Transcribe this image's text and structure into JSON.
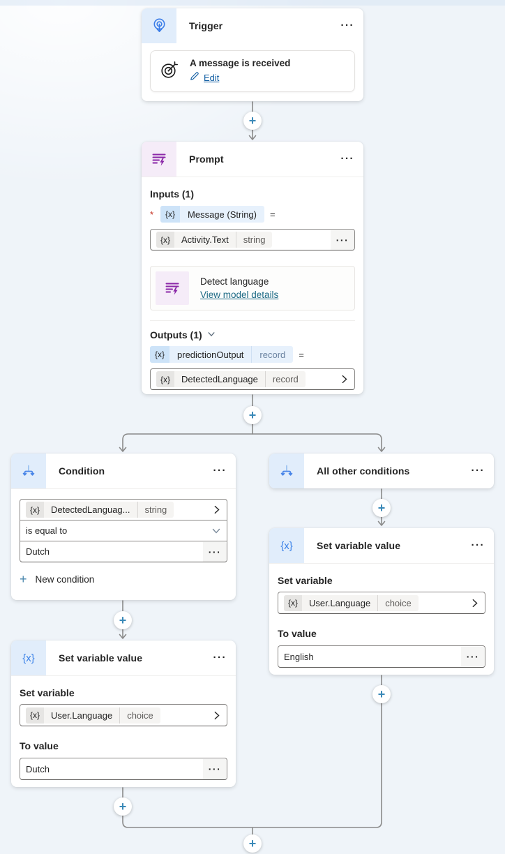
{
  "glyphs": {
    "var": "{x}",
    "menu": "···",
    "plus": "+",
    "equals": "=",
    "required": "*"
  },
  "colors": {
    "canvas_bg": "#eff4f9",
    "accent_blue": "#3b82e8",
    "accent_purple": "#8b28a8",
    "plus_blue": "#3a89b8",
    "link_blue": "#115ea3",
    "link_teal": "#1d6a85",
    "connector_grey": "#8a8a8a",
    "token_blue_bg": "#e7f1fc"
  },
  "trigger": {
    "title": "Trigger",
    "card_title": "A message is received",
    "edit_label": "Edit"
  },
  "prompt": {
    "title": "Prompt",
    "inputs_label": "Inputs (1)",
    "message_token": {
      "name": "Message (String)"
    },
    "message_field": {
      "token": "Activity.Text",
      "type": "string"
    },
    "model_card": {
      "title": "Detect language",
      "link_label": "View model details"
    },
    "outputs_label": "Outputs (1)",
    "output_token": {
      "name": "predictionOutput",
      "type": "record"
    },
    "output_field": {
      "token": "DetectedLanguage",
      "type": "record"
    }
  },
  "condition": {
    "title": "Condition",
    "operand_field": {
      "token": "DetectedLanguag...",
      "type": "string"
    },
    "operator_value": "is equal to",
    "value": "Dutch",
    "new_condition_label": "New condition"
  },
  "other_conditions": {
    "title": "All other conditions"
  },
  "set_variable_left": {
    "title": "Set variable value",
    "set_label": "Set variable",
    "variable_field": {
      "token": "User.Language",
      "type": "choice"
    },
    "to_label": "To value",
    "to_value": "Dutch"
  },
  "set_variable_right": {
    "title": "Set variable value",
    "set_label": "Set variable",
    "variable_field": {
      "token": "User.Language",
      "type": "choice"
    },
    "to_label": "To value",
    "to_value": "English"
  }
}
